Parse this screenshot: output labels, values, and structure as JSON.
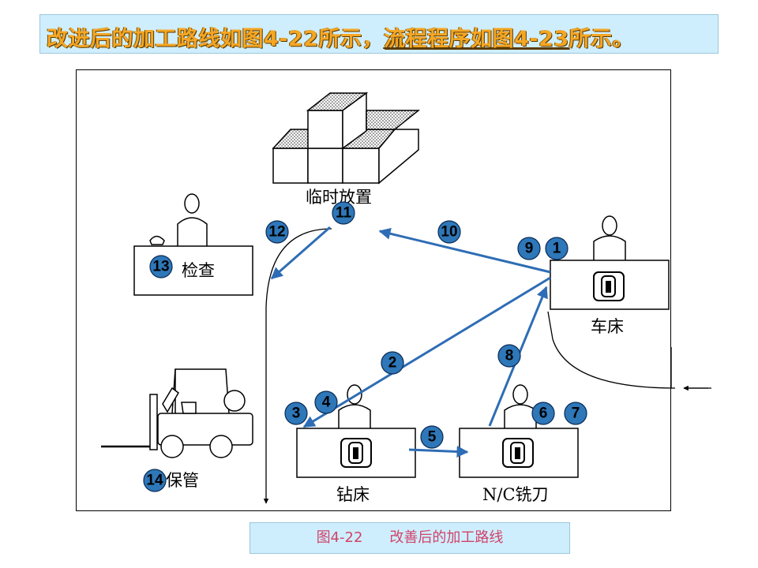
{
  "title": {
    "part1": "改进后的加工路线如图4-22所示，",
    "link_text_1": "流程程序如图4-2",
    "link_text_2": "3",
    "part3": "所示。"
  },
  "stations": {
    "storage": "临时放置",
    "inspection": "检查",
    "lathe": "车床",
    "drill": "钻床",
    "mill": "N/C铣刀",
    "keeping": "保管"
  },
  "badges": [
    {
      "id": "1",
      "label": "1"
    },
    {
      "id": "2",
      "label": "2"
    },
    {
      "id": "3",
      "label": "3"
    },
    {
      "id": "4",
      "label": "4"
    },
    {
      "id": "5",
      "label": "5"
    },
    {
      "id": "6",
      "label": "6"
    },
    {
      "id": "7",
      "label": "7"
    },
    {
      "id": "8",
      "label": "8"
    },
    {
      "id": "9",
      "label": "9"
    },
    {
      "id": "10",
      "label": "10"
    },
    {
      "id": "11",
      "label": "11"
    },
    {
      "id": "12",
      "label": "12"
    },
    {
      "id": "13",
      "label": "13"
    },
    {
      "id": "14",
      "label": "14"
    }
  ],
  "caption": {
    "figure": "图4-22",
    "text": "改善后的加工路线"
  },
  "colors": {
    "title_fill": "#f5a623",
    "banner_bg": "#cfeefd",
    "flow_arrow": "#2e6db5",
    "badge": "#2e77b8",
    "caption_text": "#d0446a"
  }
}
